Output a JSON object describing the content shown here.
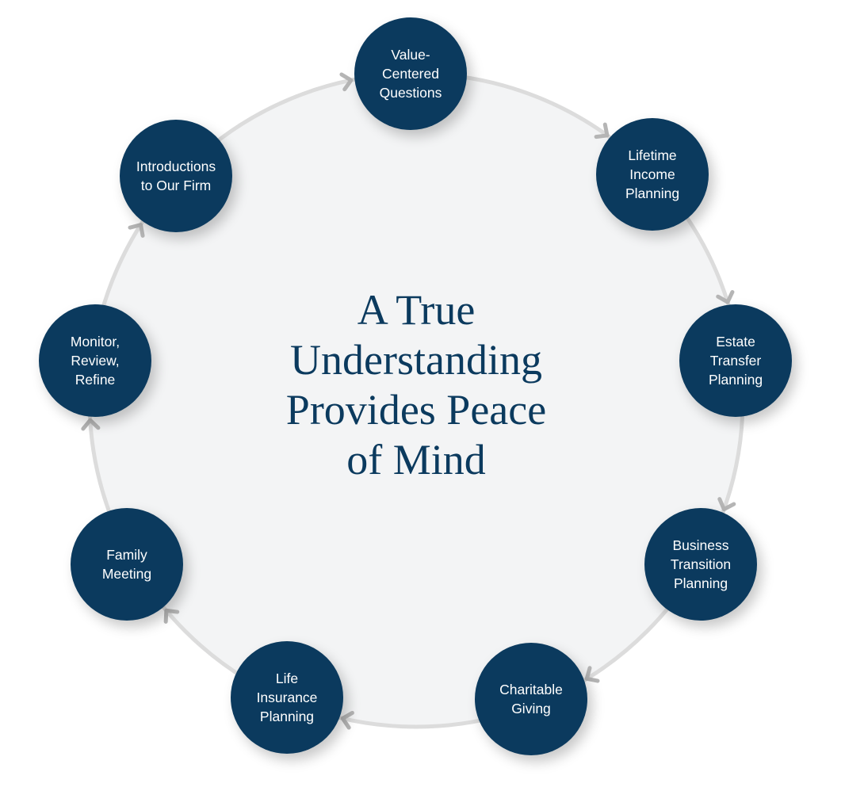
{
  "title": "A True\nUnderstanding\nProvides Peace\nof Mind",
  "steps": [
    {
      "label": "Value-\nCentered\nQuestions"
    },
    {
      "label": "Lifetime\nIncome\nPlanning"
    },
    {
      "label": "Estate\nTransfer\nPlanning"
    },
    {
      "label": "Business\nTransition\nPlanning"
    },
    {
      "label": "Charitable\nGiving"
    },
    {
      "label": "Life\nInsurance\nPlanning"
    },
    {
      "label": "Family\nMeeting"
    },
    {
      "label": "Monitor,\nReview,\nRefine"
    },
    {
      "label": "Introductions\nto Our Firm"
    }
  ],
  "colors": {
    "node": "#0b3a5e",
    "ring": "#dcdcdc",
    "fill": "#f3f4f5",
    "arrow": "#b5b5b5"
  }
}
